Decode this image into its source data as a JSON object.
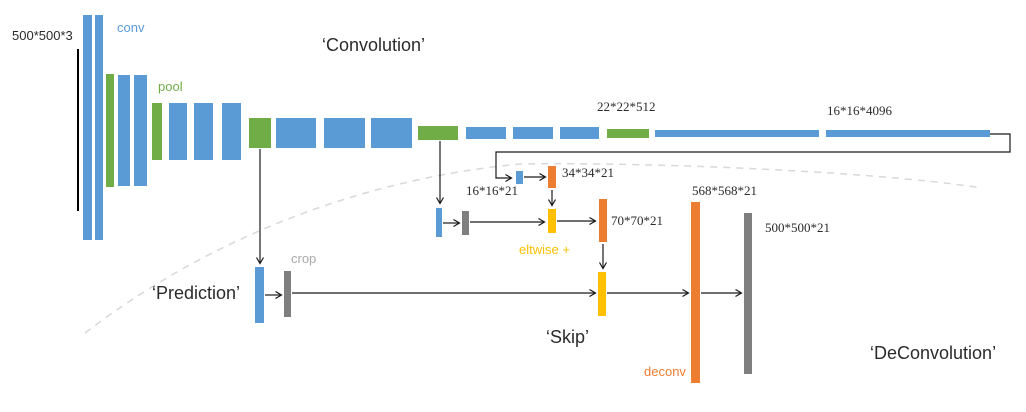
{
  "diagram": {
    "titles": {
      "convolution": "‘Convolution’",
      "prediction": "‘Prediction’",
      "skip": "‘Skip’",
      "deconvolution": "‘DeConvolution’"
    },
    "layer_labels": {
      "conv": "conv",
      "pool": "pool",
      "crop": "crop",
      "eltwise": "eltwise +",
      "deconv": "deconv"
    },
    "dimension_labels": {
      "input": "500*500*3",
      "pool5": "22*22*512",
      "fc7": "16*16*4096",
      "score": "16*16*21",
      "upscore2": "34*34*21",
      "fused": "70*70*21",
      "deconv_out": "568*568*21",
      "output": "500*500*21"
    },
    "colors": {
      "conv_blue": "#5B9BD5",
      "pool_green": "#70AD47",
      "deconv_orange": "#ED7D31",
      "eltwise_gold": "#FFC000",
      "crop_gray": "#7F7F7F",
      "label_gray": "#A9A9A9",
      "dashed_gray": "#D8D8D8",
      "text_dark": "#2B2B2B"
    }
  }
}
